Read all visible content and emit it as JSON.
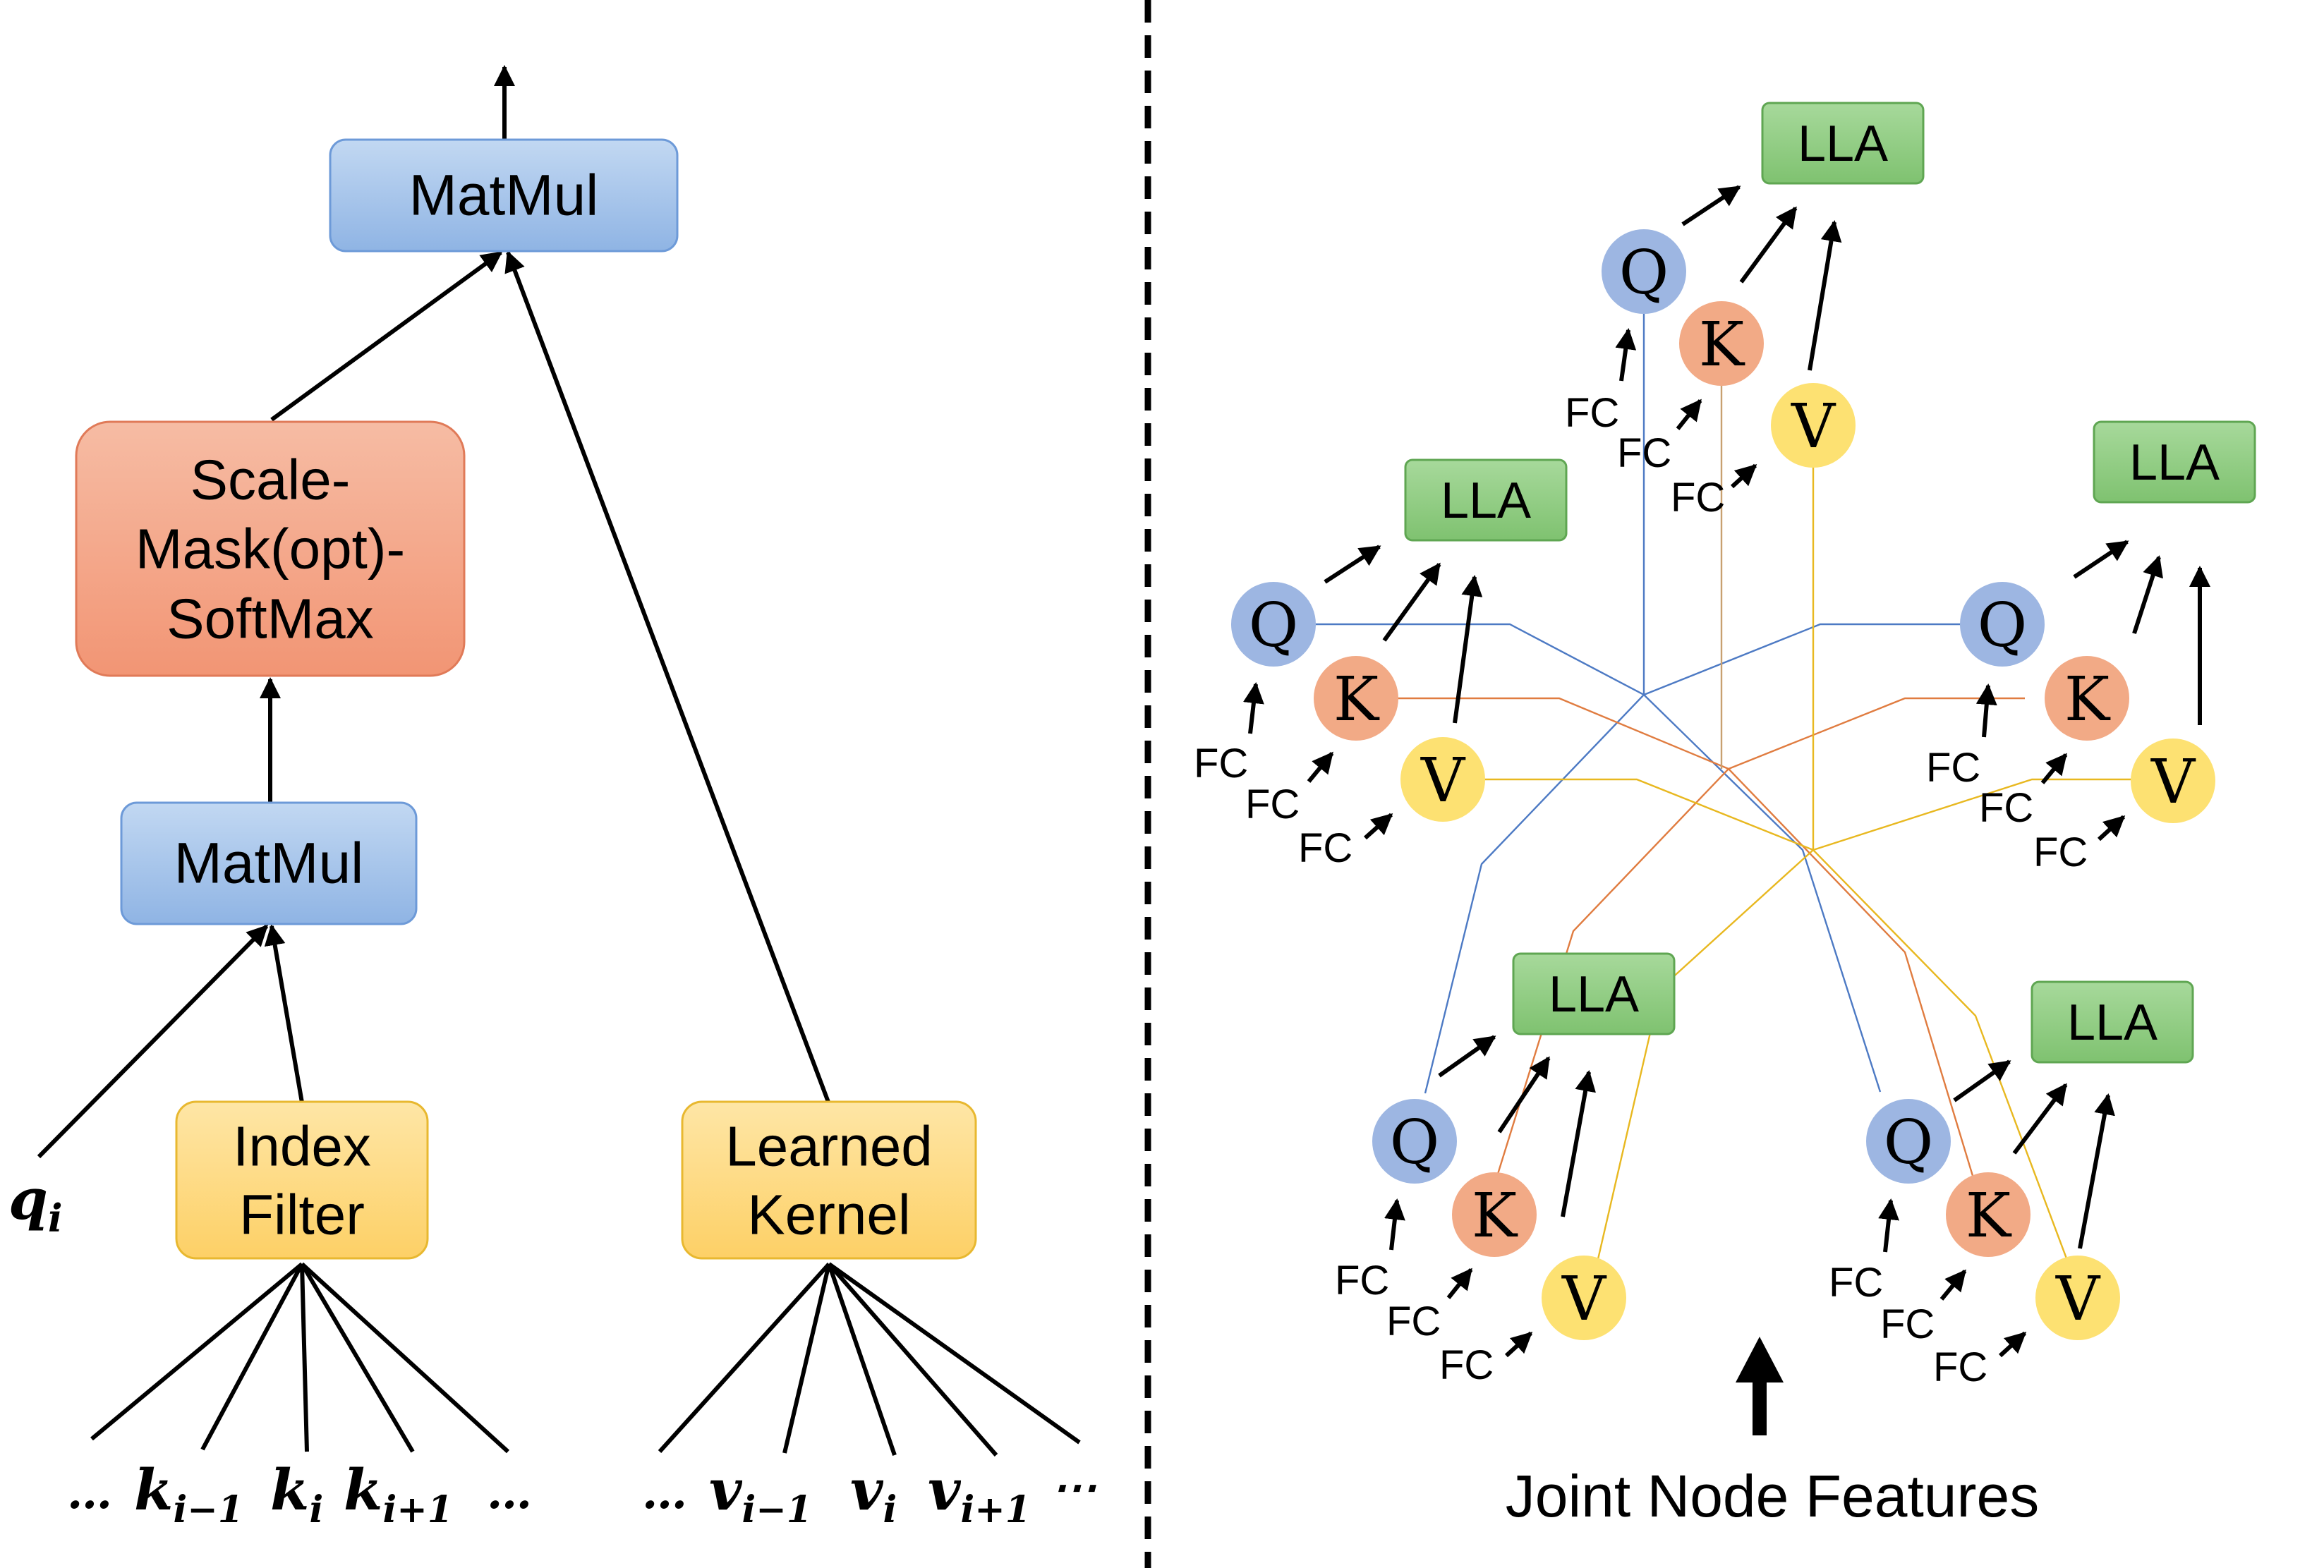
{
  "left_panel": {
    "top_matmul": "MatMul",
    "softmax_lines": [
      "Scale-",
      "Mask(opt)-",
      "SoftMax"
    ],
    "bottom_matmul": "MatMul",
    "index_filter_lines": [
      "Index",
      "Filter"
    ],
    "learned_kernel_lines": [
      "Learned",
      "Kernel"
    ],
    "q_label": "q",
    "q_sub": "i",
    "keys": {
      "dots_left": "…",
      "k": "k",
      "sub_prev": "i−1",
      "sub_cur": "i",
      "sub_next": "i+1",
      "dots_right": "…"
    },
    "values": {
      "dots_left": "…",
      "v": "v",
      "sub_prev": "i−1",
      "sub_cur": "i",
      "sub_next": "i+1",
      "dots_right": "⋯"
    }
  },
  "right_panel": {
    "block_label": "LLA",
    "q": "Q",
    "k": "K",
    "v": "V",
    "fc": "FC",
    "footer": "Joint Node Features"
  },
  "colors": {
    "blue_box_fill": "#a9c8ec",
    "blue_box_stroke": "#6d9ad8",
    "red_box_fill": "#f4a88a",
    "red_box_stroke": "#e07a58",
    "yellow_box_fill": "#fdd97c",
    "yellow_box_stroke": "#e8b830",
    "green_box_fill": "#8ccb7e",
    "green_box_stroke": "#5fa652",
    "q_circle": "#9db6e2",
    "k_circle": "#f2aa86",
    "v_circle": "#fde172",
    "blue_line": "#4d7ac4",
    "orange_line": "#e07c40",
    "yellow_line": "#e8b820",
    "tan_line": "#c8a070"
  }
}
